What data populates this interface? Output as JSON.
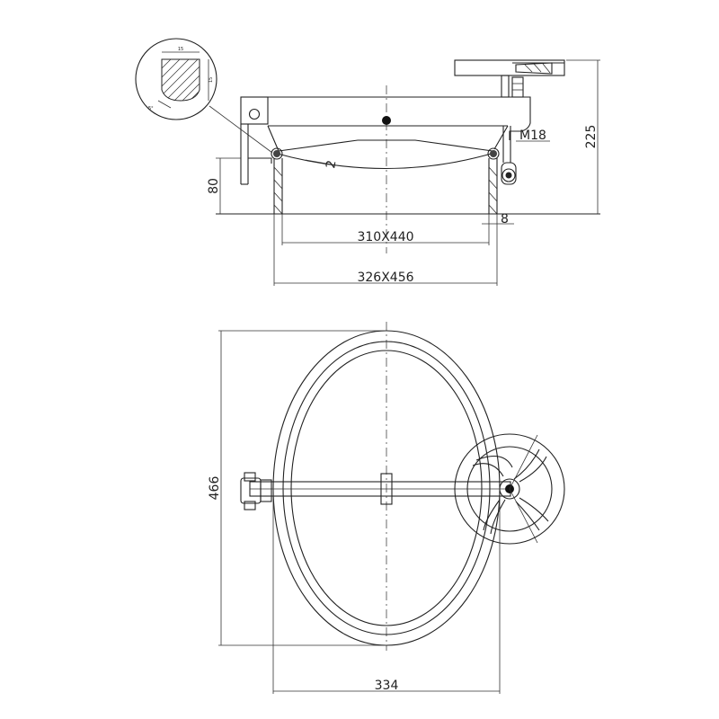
{
  "side_view": {
    "dim_overall_height": "225",
    "dim_neck_height": "80",
    "dim_thread": "M18",
    "dim_gasket": "2",
    "dim_wall": "8",
    "dim_inner_opening": "310X440",
    "dim_outer_opening": "326X456"
  },
  "gasket_detail": {
    "dim_width": "15",
    "dim_height": "15",
    "dim_angle": "5°"
  },
  "top_view": {
    "dim_height": "466",
    "dim_width": "334"
  }
}
